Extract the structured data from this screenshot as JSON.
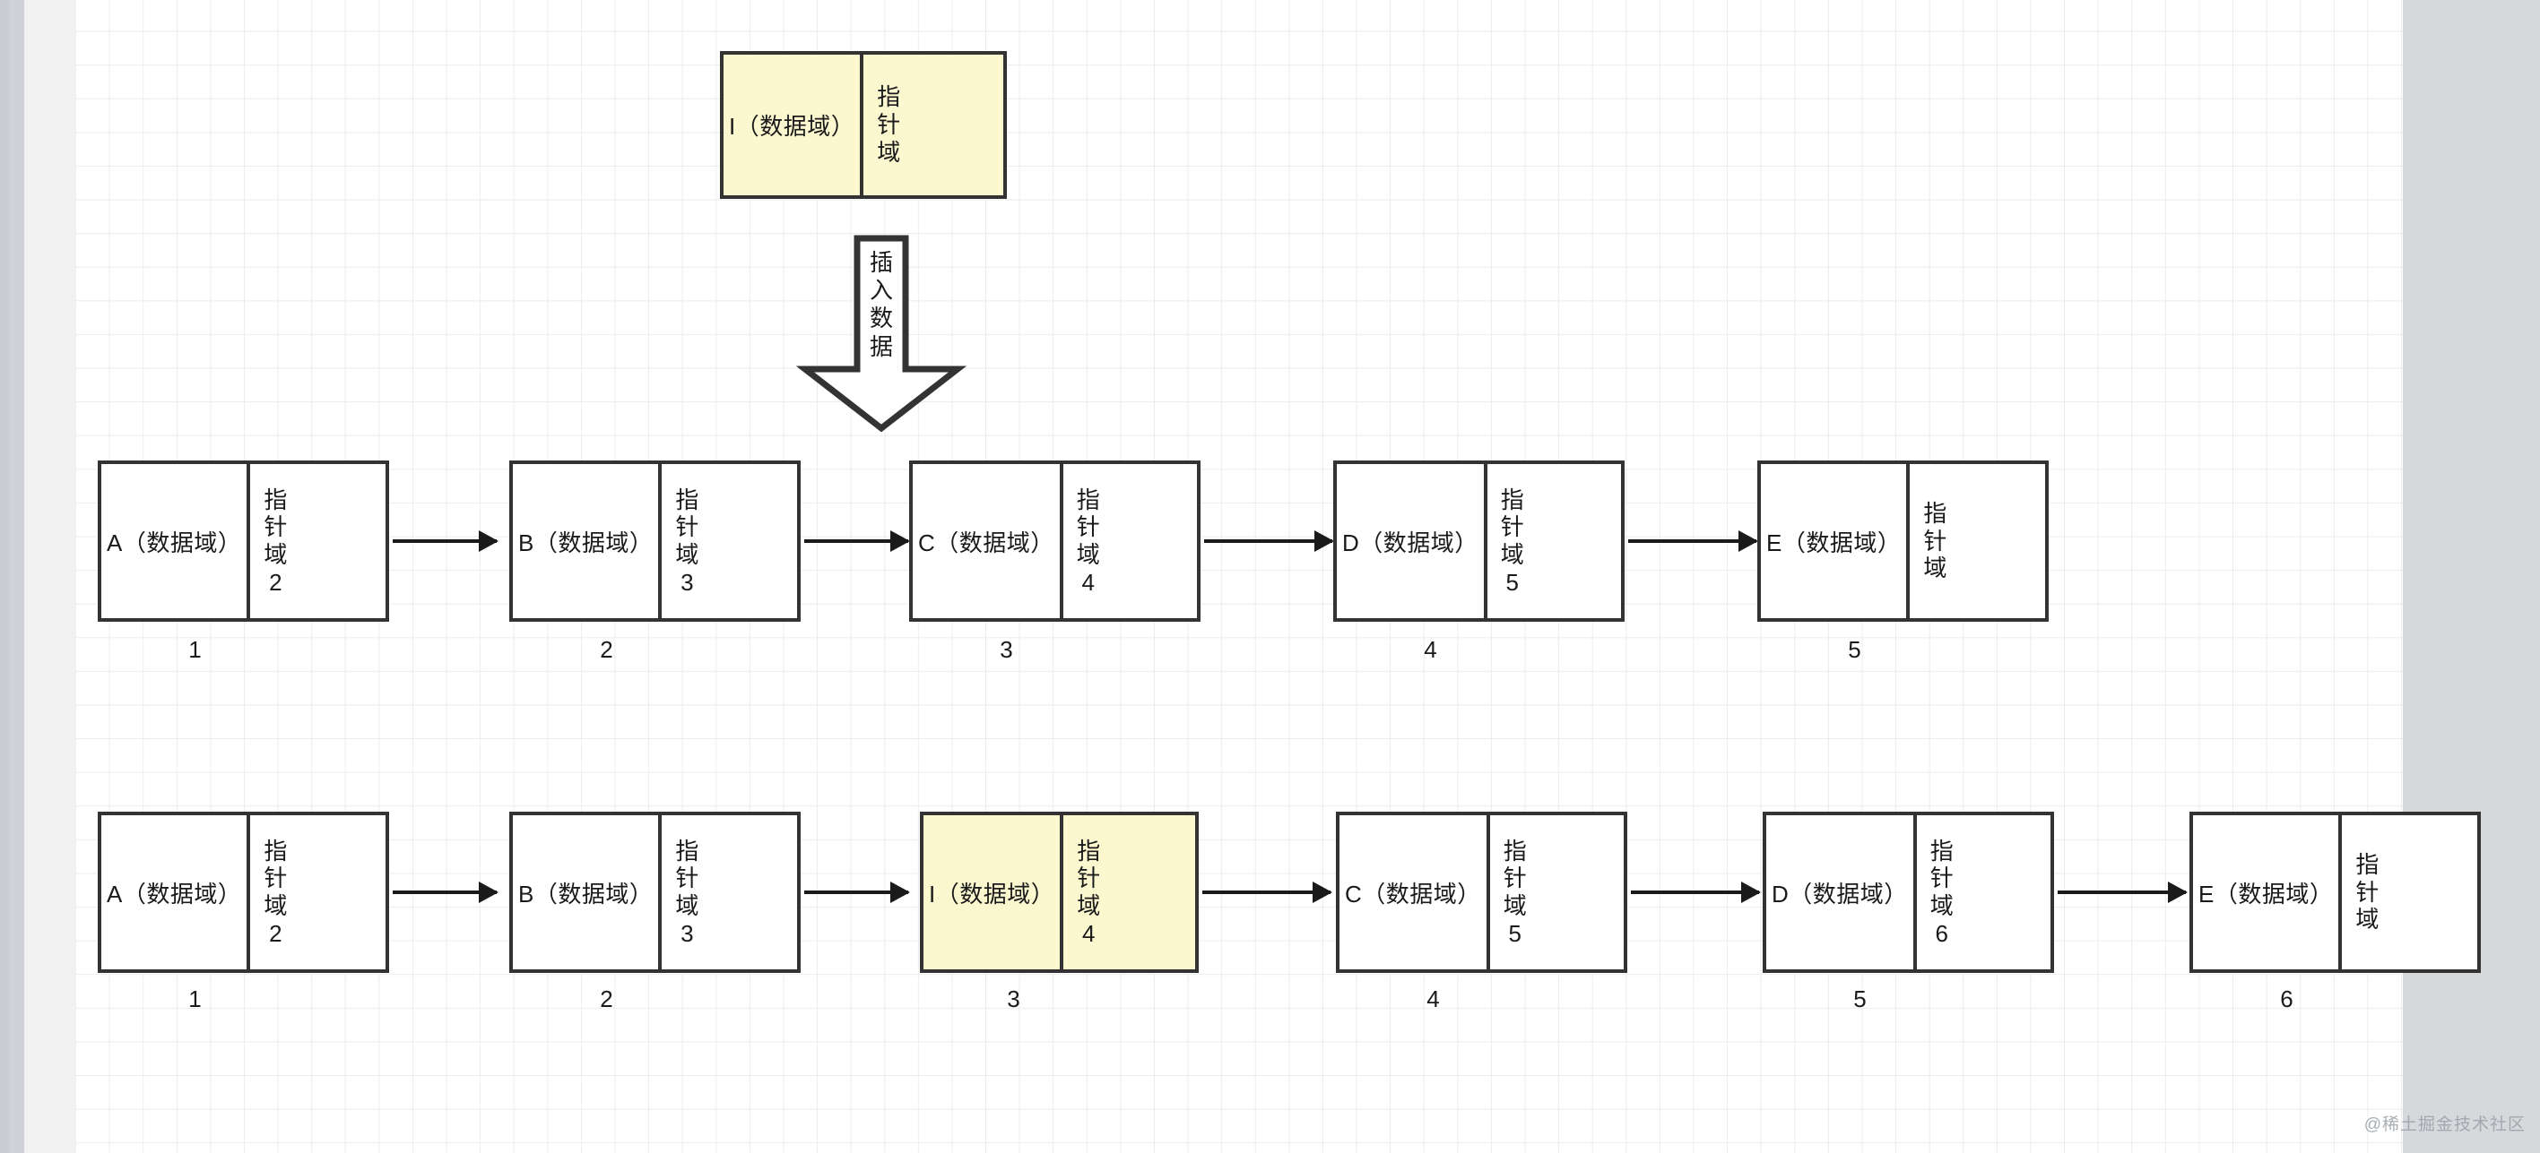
{
  "canvas": {
    "background_color": "#ffffff",
    "grid_color": "#ececec",
    "outer_background": "#d6d8dc",
    "node_border_color": "#333333",
    "highlight_color": "#fbf8d0",
    "arrow_color": "#1a1a1a"
  },
  "watermark": {
    "text": "@稀土掘金技术社区"
  },
  "insert_arrow": {
    "name": "insert-data-arrow",
    "label_chars": [
      "插",
      "入",
      "数",
      "据"
    ],
    "label_text": "插入数据"
  },
  "new_node": {
    "data_label": "I（数据域）",
    "pointer_chars": [
      "指",
      "针",
      "域"
    ],
    "pointer_value": "",
    "highlighted": true
  },
  "rows": [
    {
      "name": "before-insert-list",
      "nodes": [
        {
          "data_label": "A（数据域）",
          "pointer_chars": [
            "指",
            "针",
            "域"
          ],
          "pointer_value": "2",
          "index": "1",
          "highlighted": false
        },
        {
          "data_label": "B（数据域）",
          "pointer_chars": [
            "指",
            "针",
            "域"
          ],
          "pointer_value": "3",
          "index": "2",
          "highlighted": false
        },
        {
          "data_label": "C（数据域）",
          "pointer_chars": [
            "指",
            "针",
            "域"
          ],
          "pointer_value": "4",
          "index": "3",
          "highlighted": false
        },
        {
          "data_label": "D（数据域）",
          "pointer_chars": [
            "指",
            "针",
            "域"
          ],
          "pointer_value": "5",
          "index": "4",
          "highlighted": false
        },
        {
          "data_label": "E（数据域）",
          "pointer_chars": [
            "指",
            "针",
            "域"
          ],
          "pointer_value": "",
          "index": "5",
          "highlighted": false
        }
      ]
    },
    {
      "name": "after-insert-list",
      "nodes": [
        {
          "data_label": "A（数据域）",
          "pointer_chars": [
            "指",
            "针",
            "域"
          ],
          "pointer_value": "2",
          "index": "1",
          "highlighted": false
        },
        {
          "data_label": "B（数据域）",
          "pointer_chars": [
            "指",
            "针",
            "域"
          ],
          "pointer_value": "3",
          "index": "2",
          "highlighted": false
        },
        {
          "data_label": "I（数据域）",
          "pointer_chars": [
            "指",
            "针",
            "域"
          ],
          "pointer_value": "4",
          "index": "3",
          "highlighted": true
        },
        {
          "data_label": "C（数据域）",
          "pointer_chars": [
            "指",
            "针",
            "域"
          ],
          "pointer_value": "5",
          "index": "4",
          "highlighted": false
        },
        {
          "data_label": "D（数据域）",
          "pointer_chars": [
            "指",
            "针",
            "域"
          ],
          "pointer_value": "6",
          "index": "5",
          "highlighted": false
        },
        {
          "data_label": "E（数据域）",
          "pointer_chars": [
            "指",
            "针",
            "域"
          ],
          "pointer_value": "",
          "index": "6",
          "highlighted": false
        }
      ]
    }
  ]
}
